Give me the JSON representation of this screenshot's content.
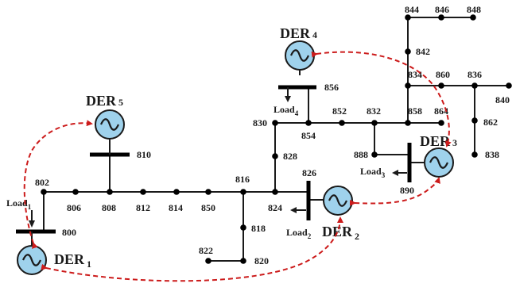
{
  "colors": {
    "der_fill": "#9fd2ec",
    "comm_link": "#cc1b1b",
    "line": "#1a1a1a"
  },
  "nodes": {
    "802": "802",
    "806": "806",
    "808": "808",
    "810": "810",
    "812": "812",
    "814": "814",
    "850": "850",
    "816": "816",
    "818": "818",
    "820": "820",
    "822": "822",
    "824": "824",
    "826": "826",
    "828": "828",
    "830": "830",
    "854": "854",
    "856": "856",
    "852": "852",
    "832": "832",
    "888": "888",
    "890": "890",
    "858": "858",
    "864": "864",
    "834": "834",
    "842": "842",
    "844": "844",
    "846": "846",
    "848": "848",
    "860": "860",
    "836": "836",
    "840": "840",
    "862": "862",
    "838": "838",
    "800": "800"
  },
  "ders": [
    {
      "id": "1",
      "main": "DER",
      "sub": "1"
    },
    {
      "id": "2",
      "main": "DER",
      "sub": "2"
    },
    {
      "id": "3",
      "main": "DER",
      "sub": "3"
    },
    {
      "id": "4",
      "main": "DER",
      "sub": "4"
    },
    {
      "id": "5",
      "main": "DER",
      "sub": "5"
    }
  ],
  "loads": [
    {
      "id": "1",
      "main": "Load",
      "sub": "1"
    },
    {
      "id": "2",
      "main": "Load",
      "sub": "2"
    },
    {
      "id": "3",
      "main": "Load",
      "sub": "3"
    },
    {
      "id": "4",
      "main": "Load",
      "sub": "4"
    }
  ],
  "icons": {
    "der": "ac-source-icon",
    "load": "load-arrow-icon"
  }
}
